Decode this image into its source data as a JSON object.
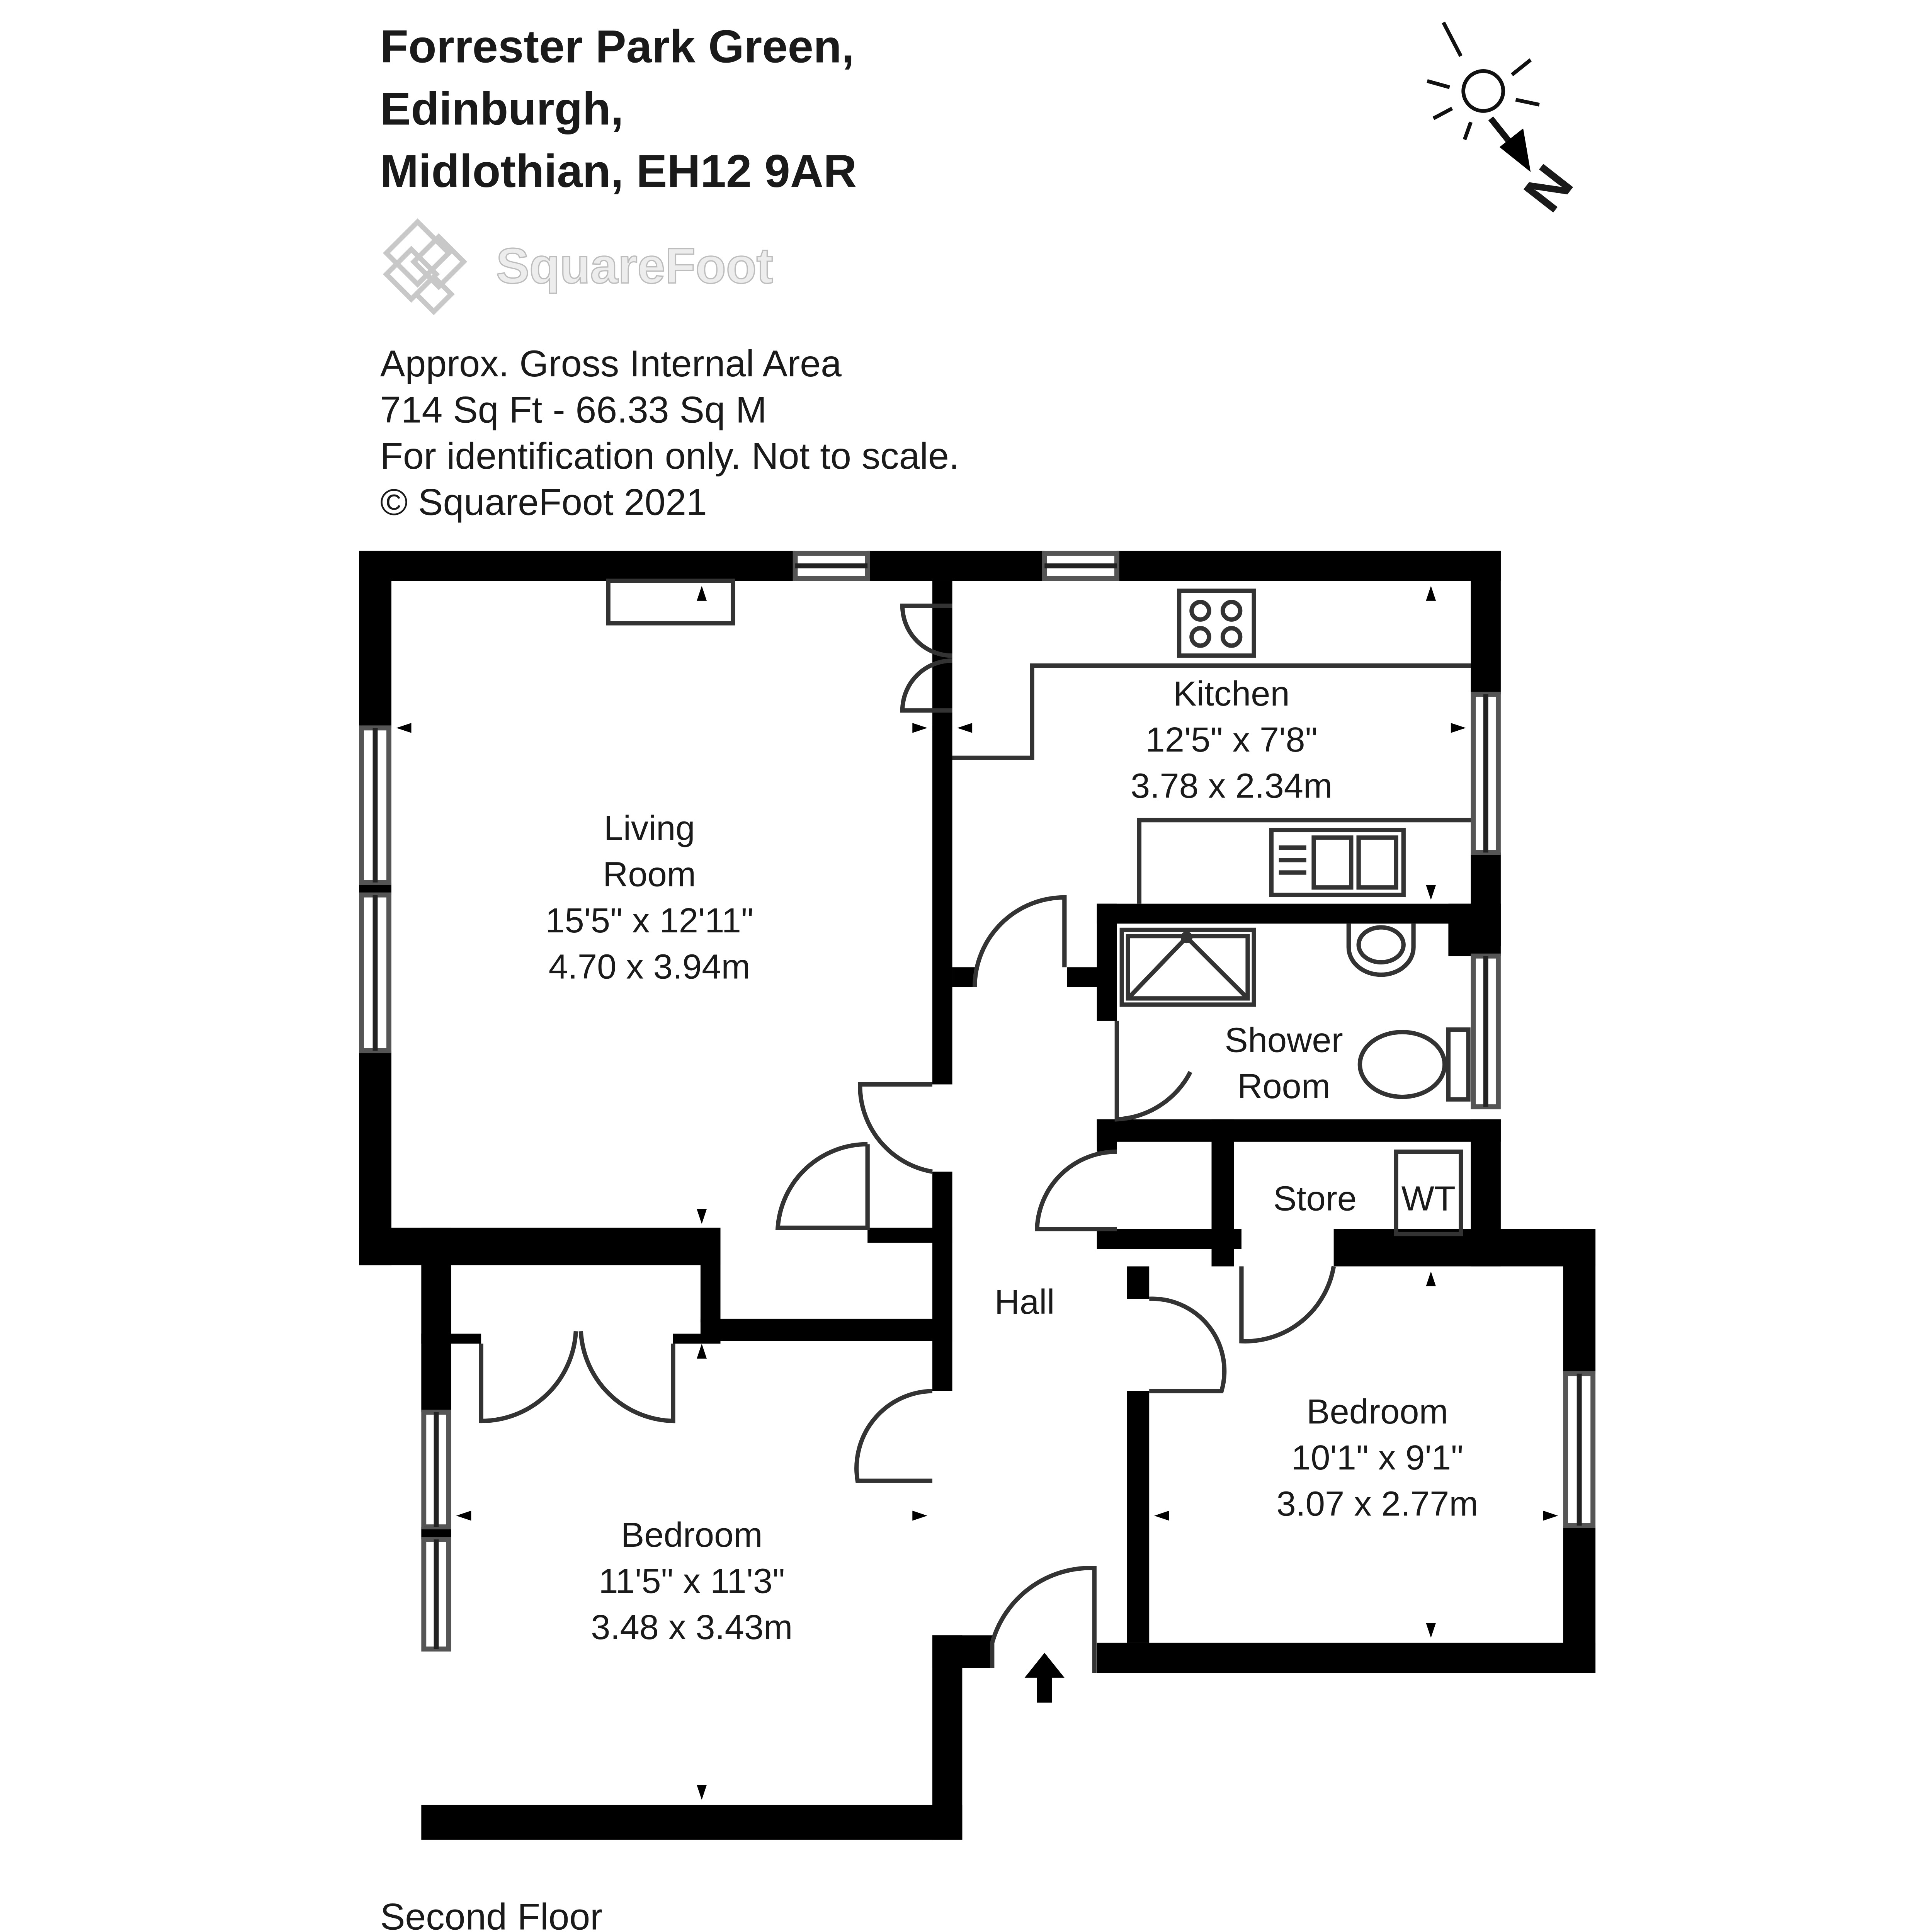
{
  "header": {
    "address_line1": "Forrester Park Green,",
    "address_line2": "Edinburgh,",
    "address_line3": "Midlothian, EH12 9AR"
  },
  "watermark": {
    "text": "SquareFoot",
    "icon": "squarefoot-logo-icon"
  },
  "info": {
    "line1": "Approx. Gross Internal Area",
    "line2": "714 Sq Ft  -  66.33 Sq M",
    "line3": "For identification only. Not to scale.",
    "line4": "© SquareFoot 2021"
  },
  "compass": {
    "label": "N",
    "icon": "sun-compass-icon"
  },
  "rooms": {
    "living": {
      "name1": "Living",
      "name2": "Room",
      "imperial": "15'5\" x 12'11\"",
      "metric": "4.70 x 3.94m"
    },
    "kitchen": {
      "name": "Kitchen",
      "imperial": "12'5\" x 7'8\"",
      "metric": "3.78 x 2.34m"
    },
    "shower": {
      "name1": "Shower",
      "name2": "Room"
    },
    "store": {
      "name": "Store",
      "wt_label": "WT"
    },
    "hall": {
      "name": "Hall"
    },
    "bedroom_left": {
      "name": "Bedroom",
      "imperial": "11'5\" x 11'3\"",
      "metric": "3.48 x 3.43m"
    },
    "bedroom_right": {
      "name": "Bedroom",
      "imperial": "10'1\" x 9'1\"",
      "metric": "3.07 x 2.77m"
    }
  },
  "footer": {
    "floor": "Second Floor"
  }
}
